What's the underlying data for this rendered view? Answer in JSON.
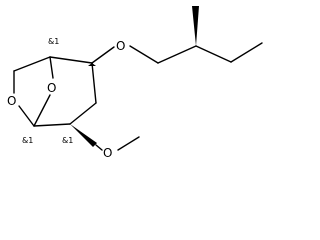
{
  "molecule": {
    "atoms": {
      "O_ring_left": "O",
      "O_bridge": "O",
      "O_ether": "O",
      "O_methoxy": "O"
    },
    "stereo_labels": {
      "C5_top": "&1",
      "C1_anomeric": "&1",
      "C2_bottom": "&1"
    }
  }
}
